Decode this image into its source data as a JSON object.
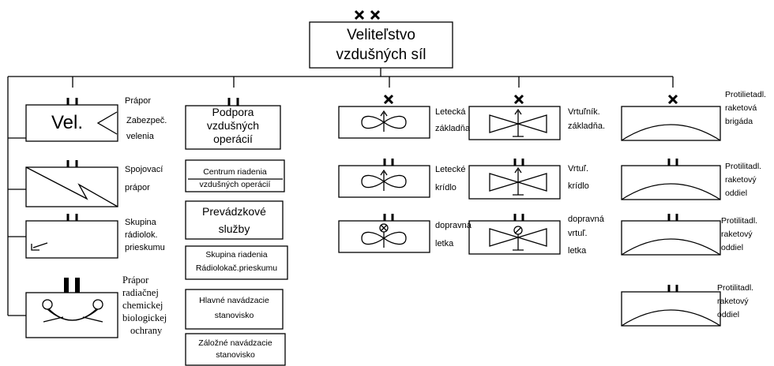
{
  "root": {
    "line1": "Veliteľstvo",
    "line2": "vzdušných síl",
    "symbol": "✕✕"
  },
  "col1": {
    "command_battalion": {
      "box_text": "Vel.",
      "label_line1": "Prápor",
      "label_line2": "Zabezpeč.",
      "label_line3": "velenia"
    },
    "signal_battalion": {
      "label_line1": "Spojovací",
      "label_line2": "prápor"
    },
    "radar_group": {
      "label_line1": "Skupina",
      "label_line2": "rádiolok.",
      "label_line3": "prieskumu"
    },
    "nbc_battalion": {
      "label_lines": [
        "Prápor",
        "radiačnej",
        "chemickej",
        "biologickej",
        "ochrany"
      ]
    }
  },
  "col2": {
    "air_ops_support": {
      "line1": "Podpora",
      "line2": "vzdušných",
      "line3": "operácií"
    },
    "air_ops_center": {
      "line1": "Centrum riadenia",
      "line2": "vzdušných operácií"
    },
    "operating_services": {
      "line1": "Prevádzkové",
      "line2": "služby"
    },
    "radar_control_group": {
      "line1": "Skupina riadenia",
      "line2": "Rádiolokač.prieskumu"
    },
    "main_guidance": {
      "line1": "Hlavné navádzacie",
      "line2": "stanovisko"
    },
    "backup_guidance": {
      "line1": "Záložné navádzacie",
      "line2": "stanovisko"
    }
  },
  "col3": {
    "air_base": {
      "line1": "Letecká",
      "line2": "základňa"
    },
    "air_wing": {
      "line1": "Letecké",
      "line2": "krídlo"
    },
    "transport_squadron": {
      "line1": "dopravná",
      "line2": "letka"
    }
  },
  "col4": {
    "heli_base": {
      "line1": "Vrtuľník.",
      "line2": "základňa."
    },
    "heli_wing": {
      "line1": "Vrtuľ.",
      "line2": "krídlo"
    },
    "heli_transport": {
      "line1": "dopravná",
      "line2": "vrtuľ.",
      "line3": "letka"
    }
  },
  "col5": {
    "sam_brigade": {
      "line1": "Protilietadl.",
      "line2": "raketová",
      "line3": "brigáda"
    },
    "sam_battalion_1": {
      "line1": "Protilitadl.",
      "line2": "raketový",
      "line3": "oddiel"
    },
    "sam_battalion_2": {
      "line1": "Protilitadl.",
      "line2": "raketový",
      "line3": "oddiel"
    },
    "sam_battalion_3": {
      "line1": "Protilitadl.",
      "line2": "raketový",
      "line3": "oddiel"
    }
  }
}
